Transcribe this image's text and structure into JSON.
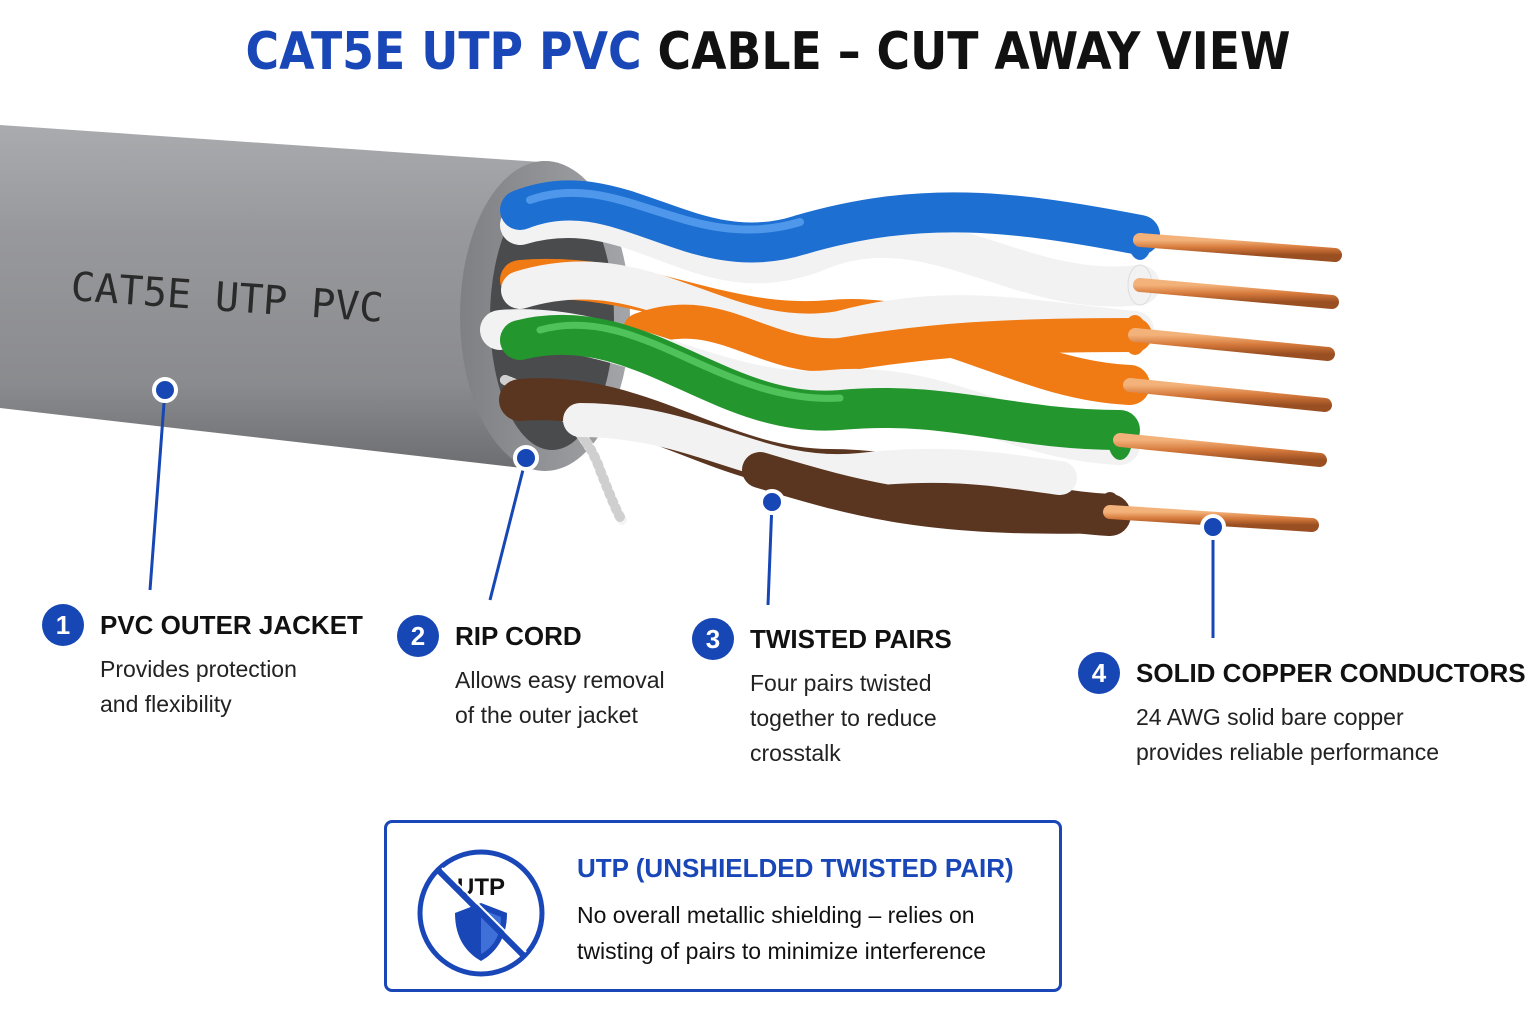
{
  "title": {
    "highlight": "CAT5E UTP PVC",
    "rest": " CABLE – CUT AWAY VIEW"
  },
  "jacket_print": "CAT5E UTP PVC",
  "callouts": [
    {
      "number": "1",
      "heading": "PVC OUTER JACKET",
      "lines": [
        "Provides protection",
        "and flexibility"
      ]
    },
    {
      "number": "2",
      "heading": "RIP CORD",
      "lines": [
        "Allows easy removal",
        "of the outer jacket"
      ]
    },
    {
      "number": "3",
      "heading": "TWISTED PAIRS",
      "lines": [
        "Four pairs twisted",
        "together to reduce",
        "crosstalk"
      ]
    },
    {
      "number": "4",
      "heading": "SOLID COPPER CONDUCTORS",
      "lines": [
        "24 AWG solid bare copper",
        "provides reliable performance"
      ]
    }
  ],
  "utp_box": {
    "badge_label": "UTP",
    "title": "UTP (UNSHIELDED TWISTED PAIR)",
    "lines": [
      "No overall metallic shielding – relies on",
      "twisting of pairs to minimize interference"
    ]
  },
  "colors": {
    "accent_blue": "#1a47b8",
    "jacket_gray": "#8f9194",
    "pair_blue": "#1d6fd1",
    "pair_orange": "#f07a14",
    "pair_green": "#23962e",
    "pair_brown": "#5a3520",
    "copper": "#d67a3c"
  }
}
